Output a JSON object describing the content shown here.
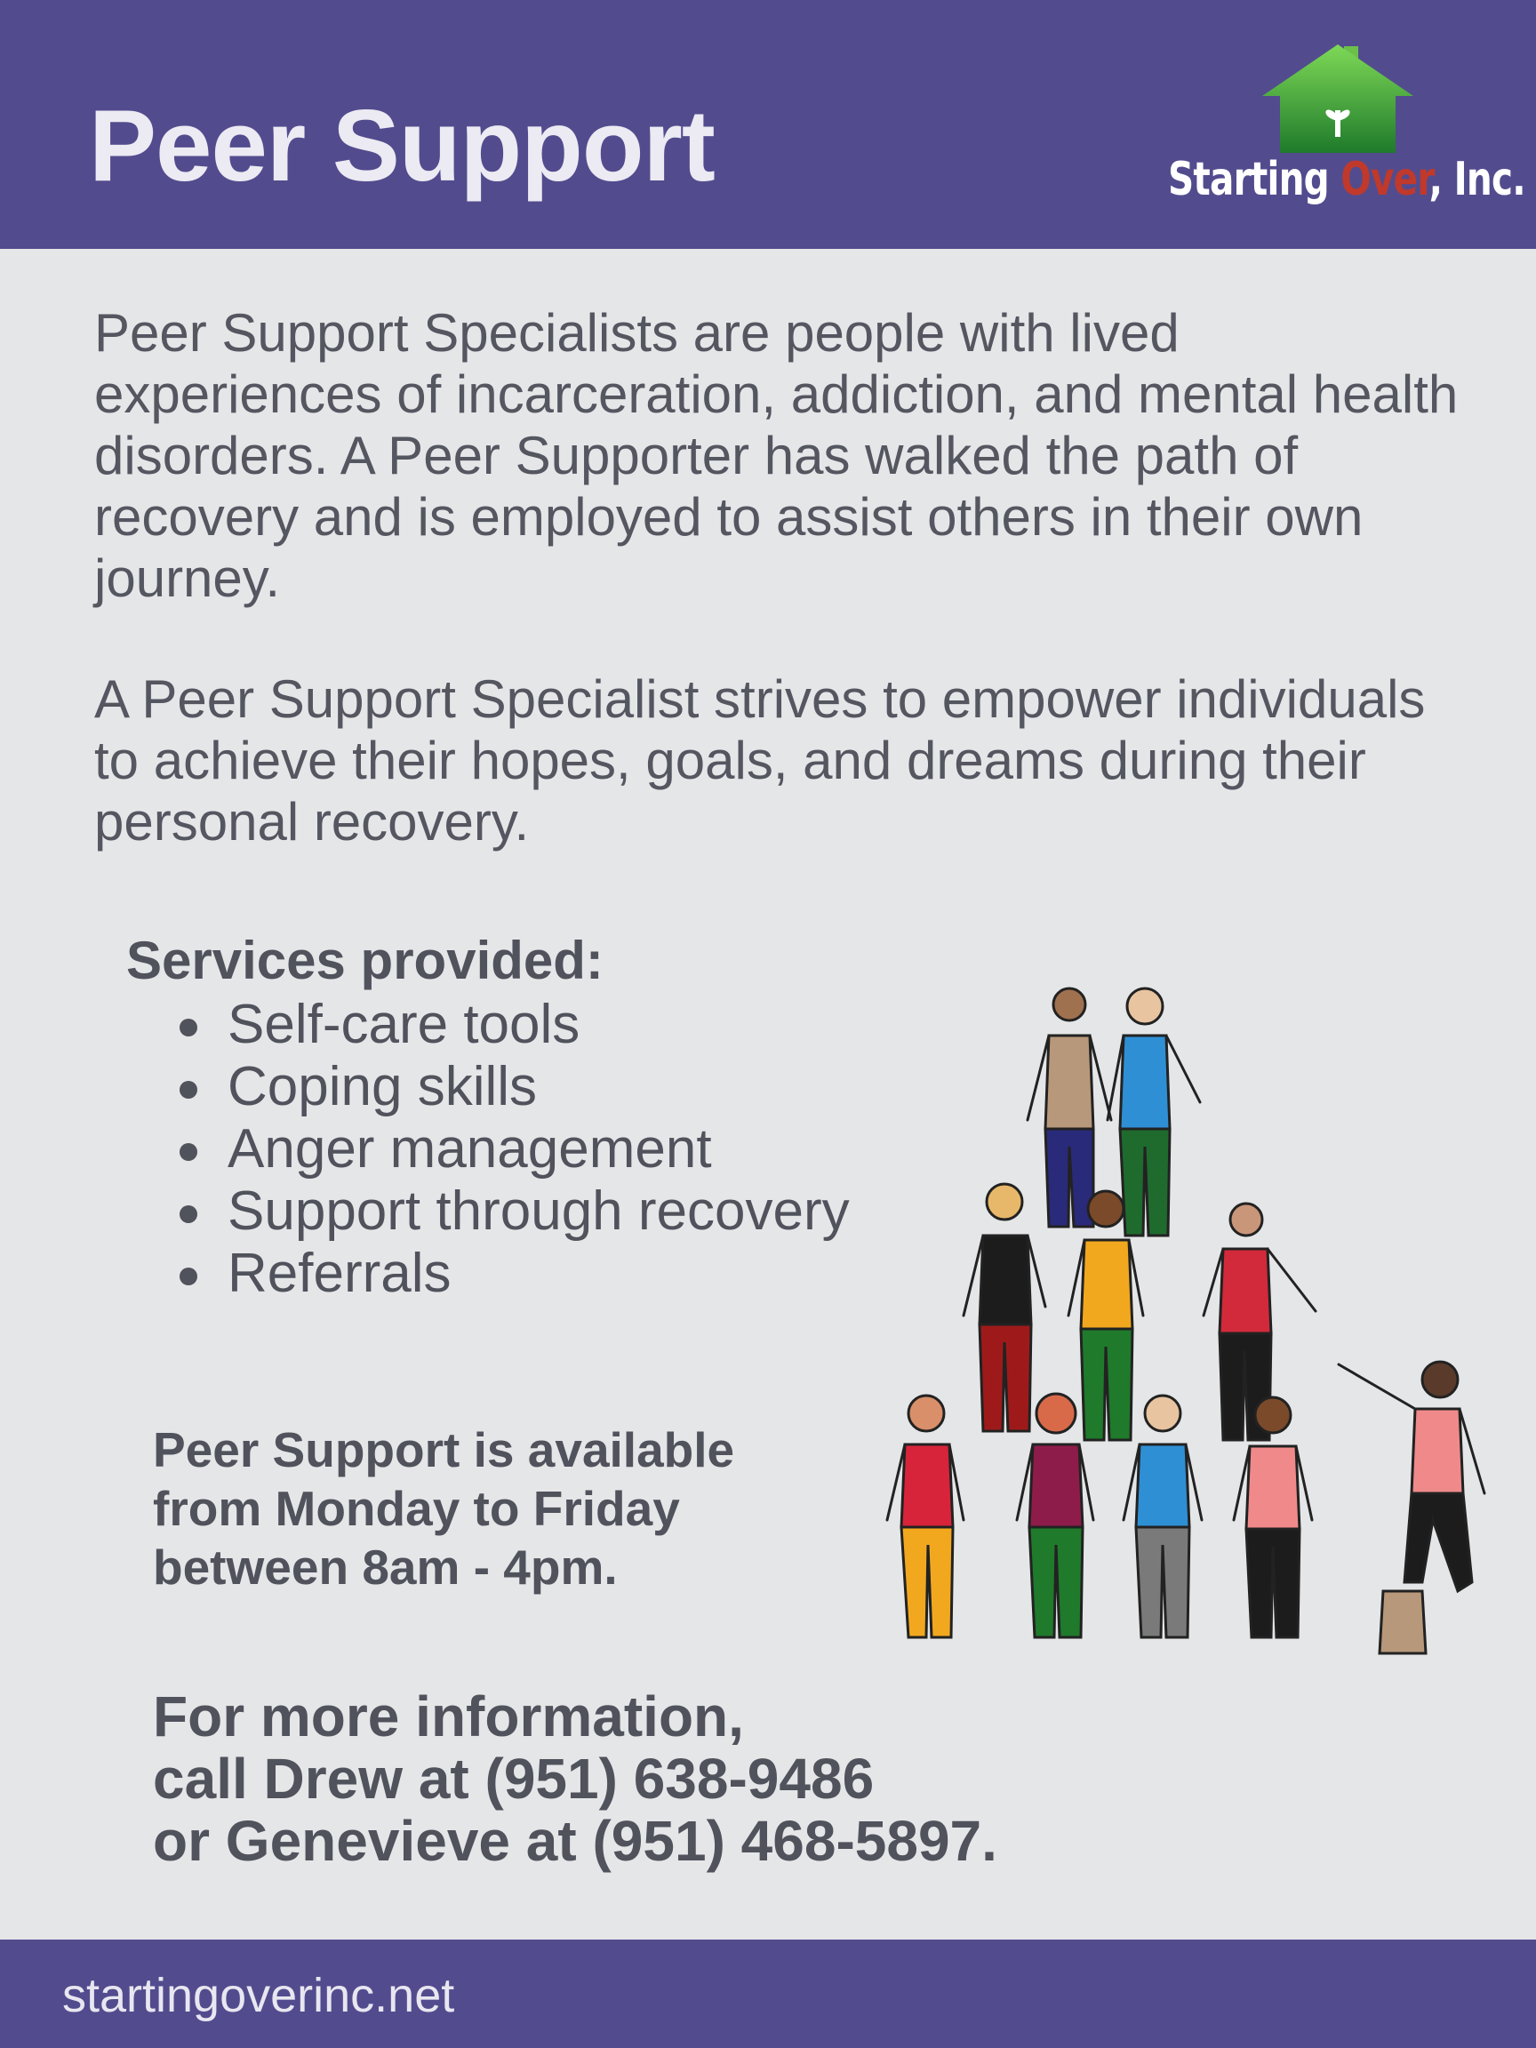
{
  "header": {
    "title": "Peer Support",
    "logo": {
      "text_before": "Starting ",
      "text_accent": "Over",
      "text_after": ", Inc.",
      "brand_green": "#2e8b2e",
      "accent_color": "#c0392b"
    }
  },
  "intro": {
    "paragraph1": "Peer Support Specialists are people with lived experiences of incarceration, addiction, and mental health disorders. A Peer Supporter has walked the path of recovery and is employed to assist others in their own journey.",
    "paragraph2": "A Peer Support Specialist strives to empower individuals to achieve their hopes, goals, and dreams during their personal recovery."
  },
  "services": {
    "heading": "Services provided:",
    "items": [
      "Self-care tools",
      "Coping skills",
      "Anger management",
      "Support through recovery",
      "Referrals"
    ]
  },
  "availability": {
    "line1": "Peer Support is available",
    "line2": "from Monday to Friday",
    "line3": "between 8am - 4pm."
  },
  "contact": {
    "line1": "For more information,",
    "line2": "call Drew at (951) 638-9486",
    "line3": "or Genevieve at (951) 468-5897."
  },
  "footer": {
    "website": "startingoverinc.net"
  },
  "colors": {
    "header_bg": "#524c8e",
    "page_bg": "#e5e6e8",
    "text": "#545660"
  },
  "illustration": "people-pyramid"
}
